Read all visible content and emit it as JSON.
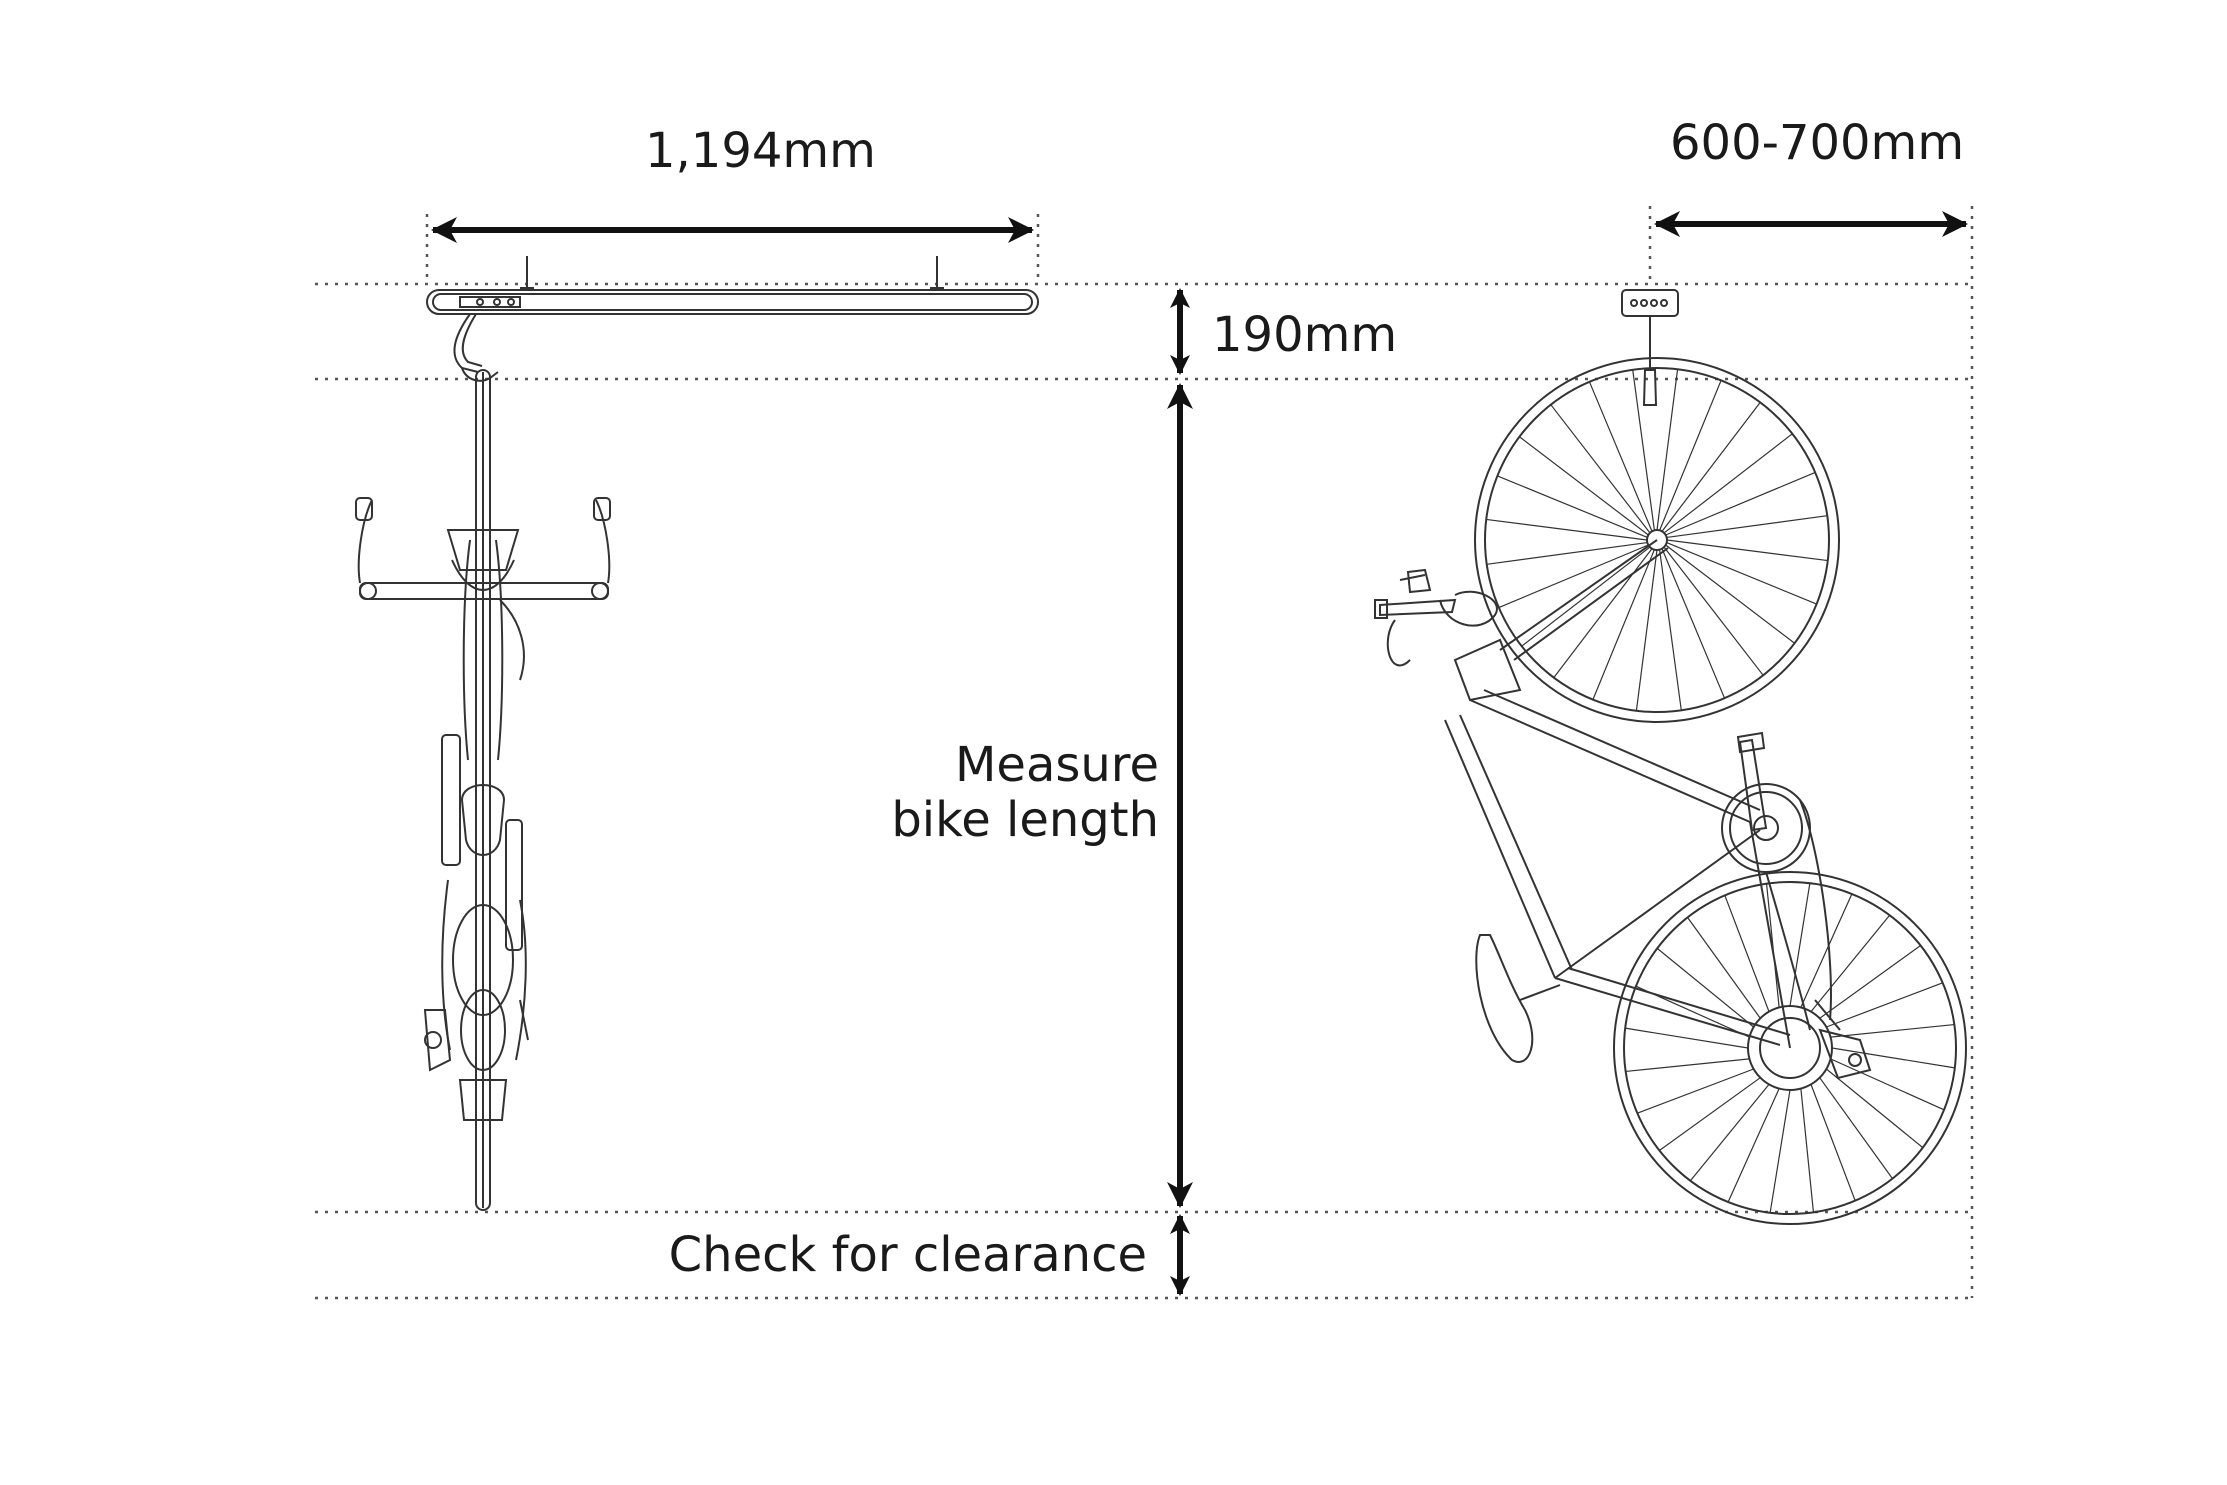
{
  "dimensions": {
    "rail_length": "1,194mm",
    "hook_spacing": "600-700mm",
    "rail_height": "190mm",
    "bike_length_line1": "Measure",
    "bike_length_line2": "bike length",
    "clearance": "Check for clearance"
  },
  "colors": {
    "line": "#1a1a1a",
    "drawing": "#333333",
    "guide": "#555555"
  }
}
